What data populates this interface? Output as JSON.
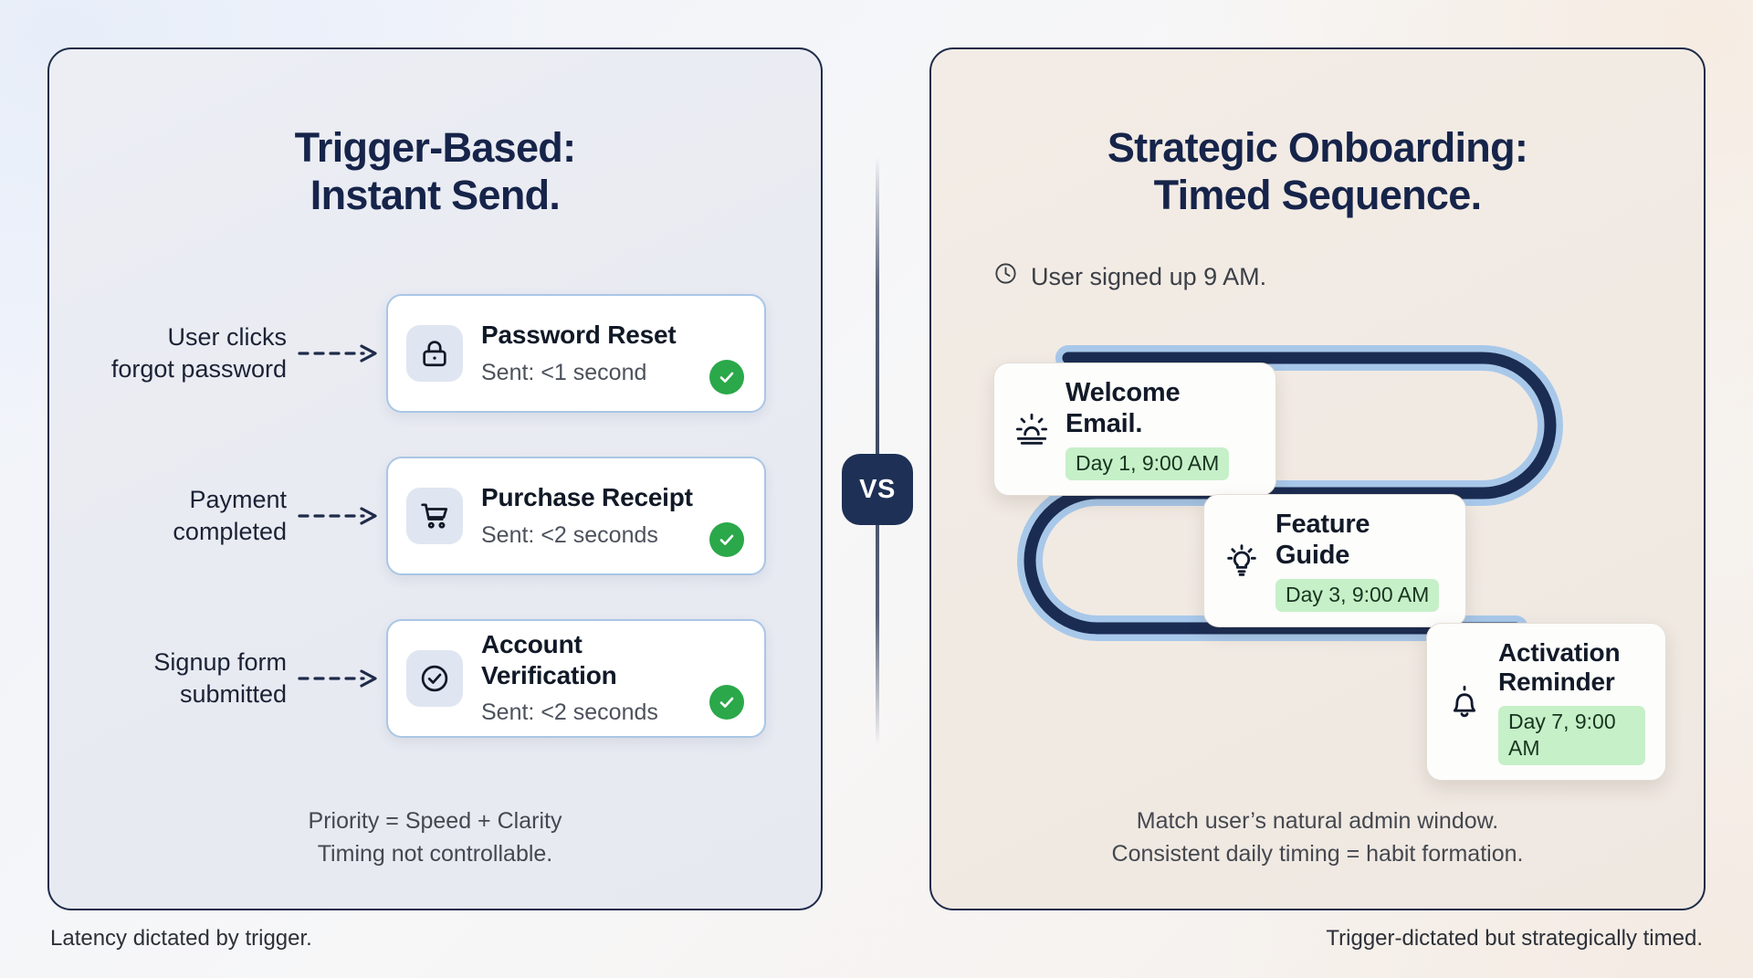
{
  "background": {
    "gradient_left": "#eef2fa",
    "gradient_right": "#f6efe9"
  },
  "center": {
    "vs_label": "VS",
    "vs_badge_color": "#1e3055"
  },
  "left_panel": {
    "title_line1": "Trigger-Based:",
    "title_line2": "Instant Send.",
    "background": "#e9ebf2",
    "border_color": "#1e2b49",
    "rows": [
      {
        "trigger_line1": "User clicks",
        "trigger_line2": "forgot password",
        "icon": "lock-icon",
        "card_title": "Password Reset",
        "card_sub": "Sent: <1 second",
        "status": "sent-check"
      },
      {
        "trigger_line1": "Payment",
        "trigger_line2": "completed",
        "icon": "shopping-cart-icon",
        "card_title": "Purchase Receipt",
        "card_sub": "Sent: <2 seconds",
        "status": "sent-check"
      },
      {
        "trigger_line1": "Signup form",
        "trigger_line2": "submitted",
        "icon": "check-circle-icon",
        "card_title": "Account Verification",
        "card_sub": "Sent: <2 seconds",
        "status": "sent-check"
      }
    ],
    "footnote_line1": "Priority = Speed + Clarity",
    "footnote_line2": "Timing not controllable.",
    "outer_caption": "Latency dictated by trigger.",
    "accent_check_color": "#2aa84a",
    "card_border_color": "#a9c6e6"
  },
  "right_panel": {
    "title_line1": "Strategic Onboarding:",
    "title_line2": "Timed Sequence.",
    "background": "#f1eae3",
    "border_color": "#1e2b49",
    "signup_note": "User signed up 9 AM.",
    "signup_note_icon": "clock-icon",
    "path_color_core": "#1b2c52",
    "path_color_glow": "#a8c8ea",
    "steps": [
      {
        "icon": "sunrise-icon",
        "title": "Welcome Email.",
        "day_badge": "Day 1, 9:00 AM"
      },
      {
        "icon": "lightbulb-icon",
        "title": "Feature Guide",
        "day_badge": "Day 3, 9:00 AM"
      },
      {
        "icon": "bell-icon",
        "title": "Activation Reminder",
        "day_badge": "Day 7, 9:00 AM"
      }
    ],
    "badge_color": "#c6f0c8",
    "footnote_line1": "Match user’s natural admin window.",
    "footnote_line2": "Consistent daily timing = habit formation.",
    "outer_caption": "Trigger-dictated but strategically timed."
  }
}
